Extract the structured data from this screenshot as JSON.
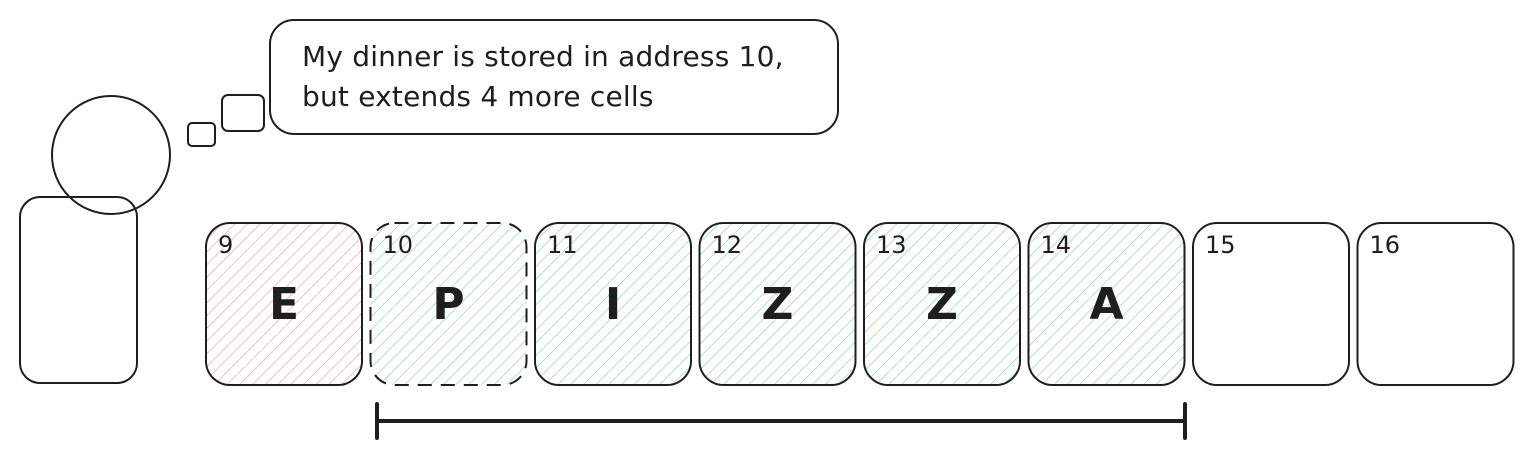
{
  "thought_bubble": {
    "line1": "My dinner is stored in address 10,",
    "line2": "but extends 4 more cells"
  },
  "cells": [
    {
      "address": "9",
      "letter": "E",
      "fill": "pink",
      "pointer": false
    },
    {
      "address": "10",
      "letter": "P",
      "fill": "green",
      "pointer": true
    },
    {
      "address": "11",
      "letter": "I",
      "fill": "green",
      "pointer": false
    },
    {
      "address": "12",
      "letter": "Z",
      "fill": "green",
      "pointer": false
    },
    {
      "address": "13",
      "letter": "Z",
      "fill": "green",
      "pointer": false
    },
    {
      "address": "14",
      "letter": "A",
      "fill": "green",
      "pointer": false
    },
    {
      "address": "15",
      "letter": "",
      "fill": "none",
      "pointer": false
    },
    {
      "address": "16",
      "letter": "",
      "fill": "none",
      "pointer": false
    }
  ],
  "colors": {
    "stroke": "#1e1e1e",
    "pink_hatch": "#ffc9c9",
    "green_hatch": "#b2f2bb"
  }
}
